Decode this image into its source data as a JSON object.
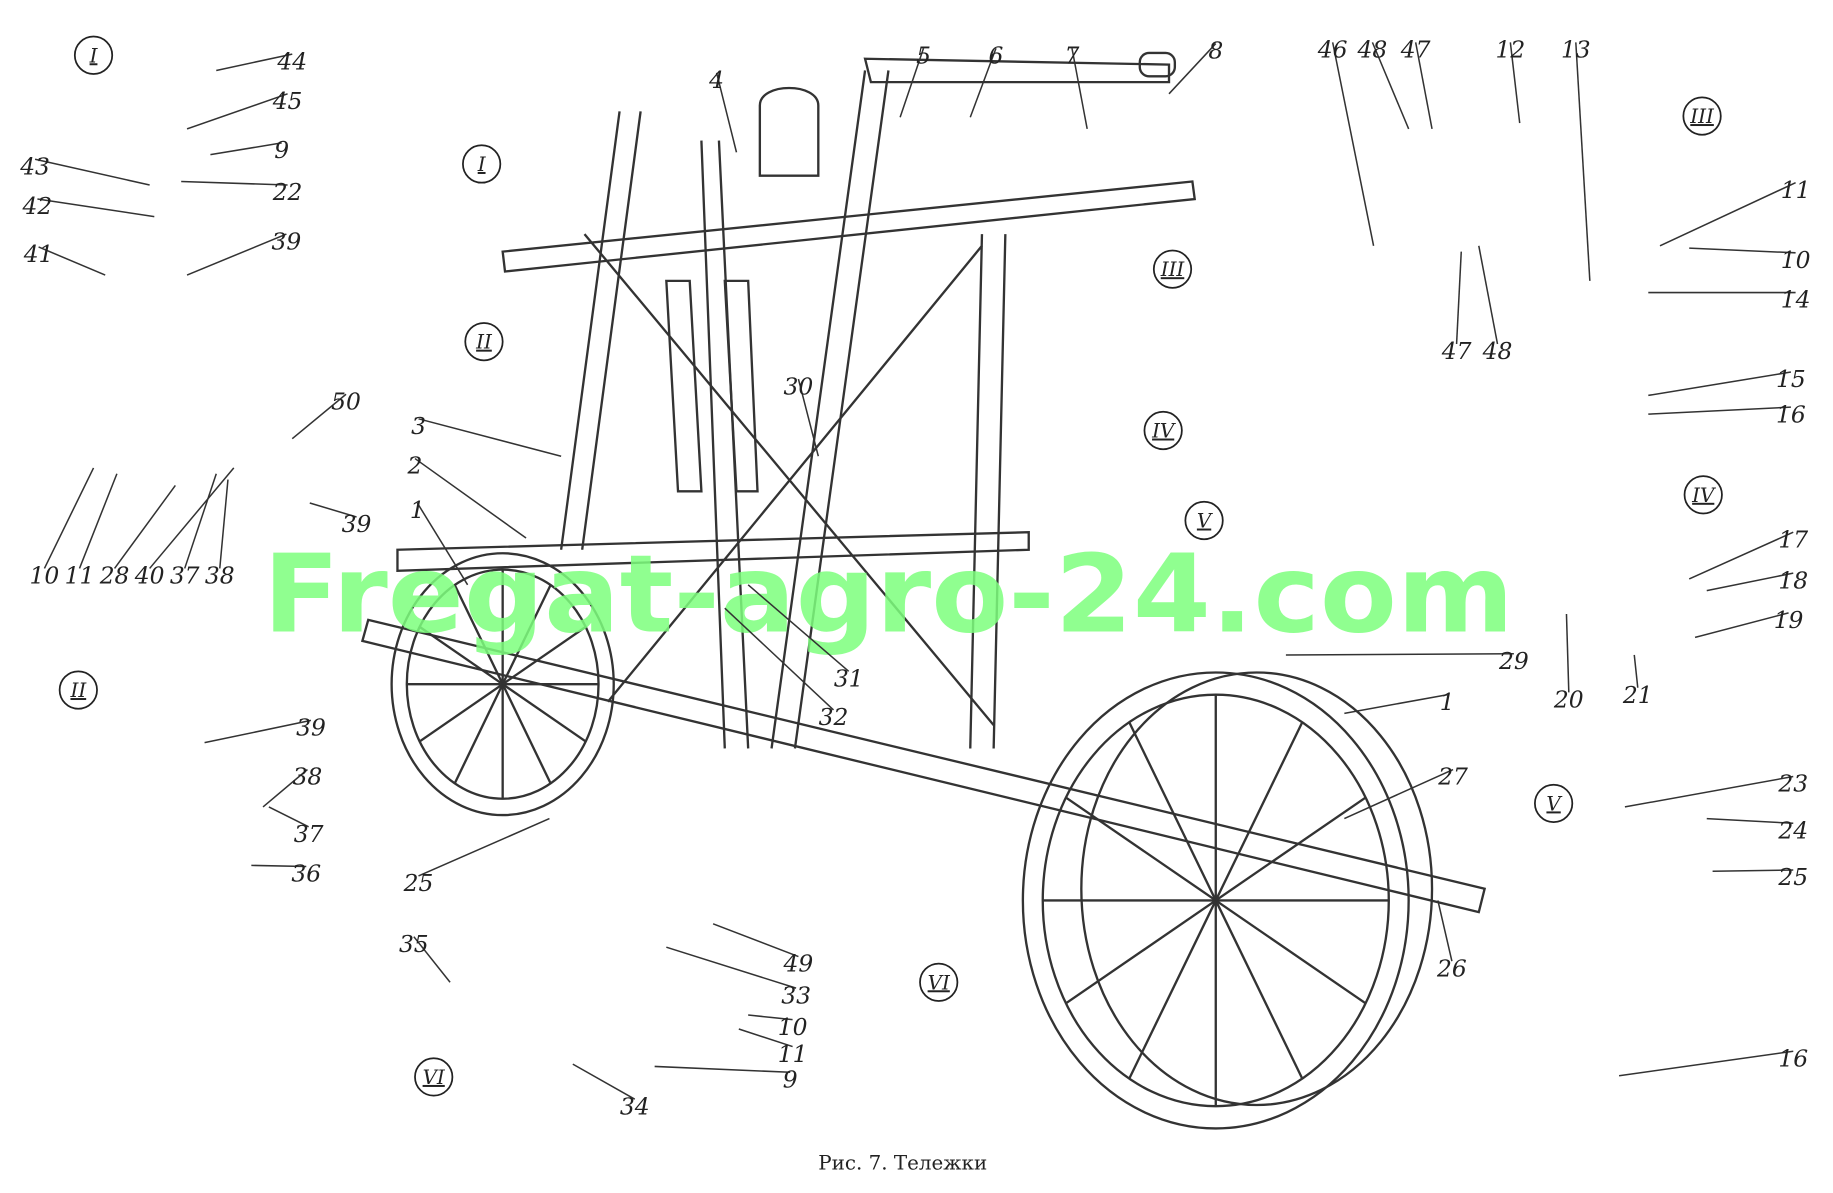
{
  "caption": "Рис. 7. Тележки",
  "watermark": "Fregat-agro-24.com",
  "callouts": [
    "I",
    "II",
    "III",
    "IV",
    "V",
    "VI"
  ],
  "labels": {
    "detail_I": [
      "44",
      "45",
      "9",
      "22",
      "43",
      "42",
      "41",
      "39",
      "50",
      "10",
      "11",
      "28",
      "40",
      "37",
      "38",
      "39"
    ],
    "main": [
      "4",
      "5",
      "6",
      "7",
      "8",
      "3",
      "2",
      "1",
      "30",
      "31",
      "32",
      "29",
      "1",
      "27",
      "26"
    ],
    "detail_III": [
      "46",
      "48",
      "47",
      "12",
      "13",
      "11",
      "10",
      "14",
      "47",
      "48",
      "15",
      "16"
    ],
    "detail_IV": [
      "17",
      "18",
      "19",
      "20",
      "21"
    ],
    "detail_V": [
      "23",
      "24",
      "25",
      "16"
    ],
    "detail_II": [
      "39",
      "38",
      "37",
      "36"
    ],
    "detail_VI": [
      "25",
      "35",
      "34",
      "49",
      "33",
      "10",
      "11",
      "9"
    ]
  },
  "detail_circles": {
    "detail_I": "I",
    "detail_II": "II",
    "detail_III": "III",
    "detail_IV": "IV",
    "detail_V": "V",
    "detail_VI": "VI",
    "main_I": "I",
    "main_II": "II",
    "main_III": "III",
    "main_IV": "IV",
    "main_V": "V",
    "main_VI": "VI"
  }
}
